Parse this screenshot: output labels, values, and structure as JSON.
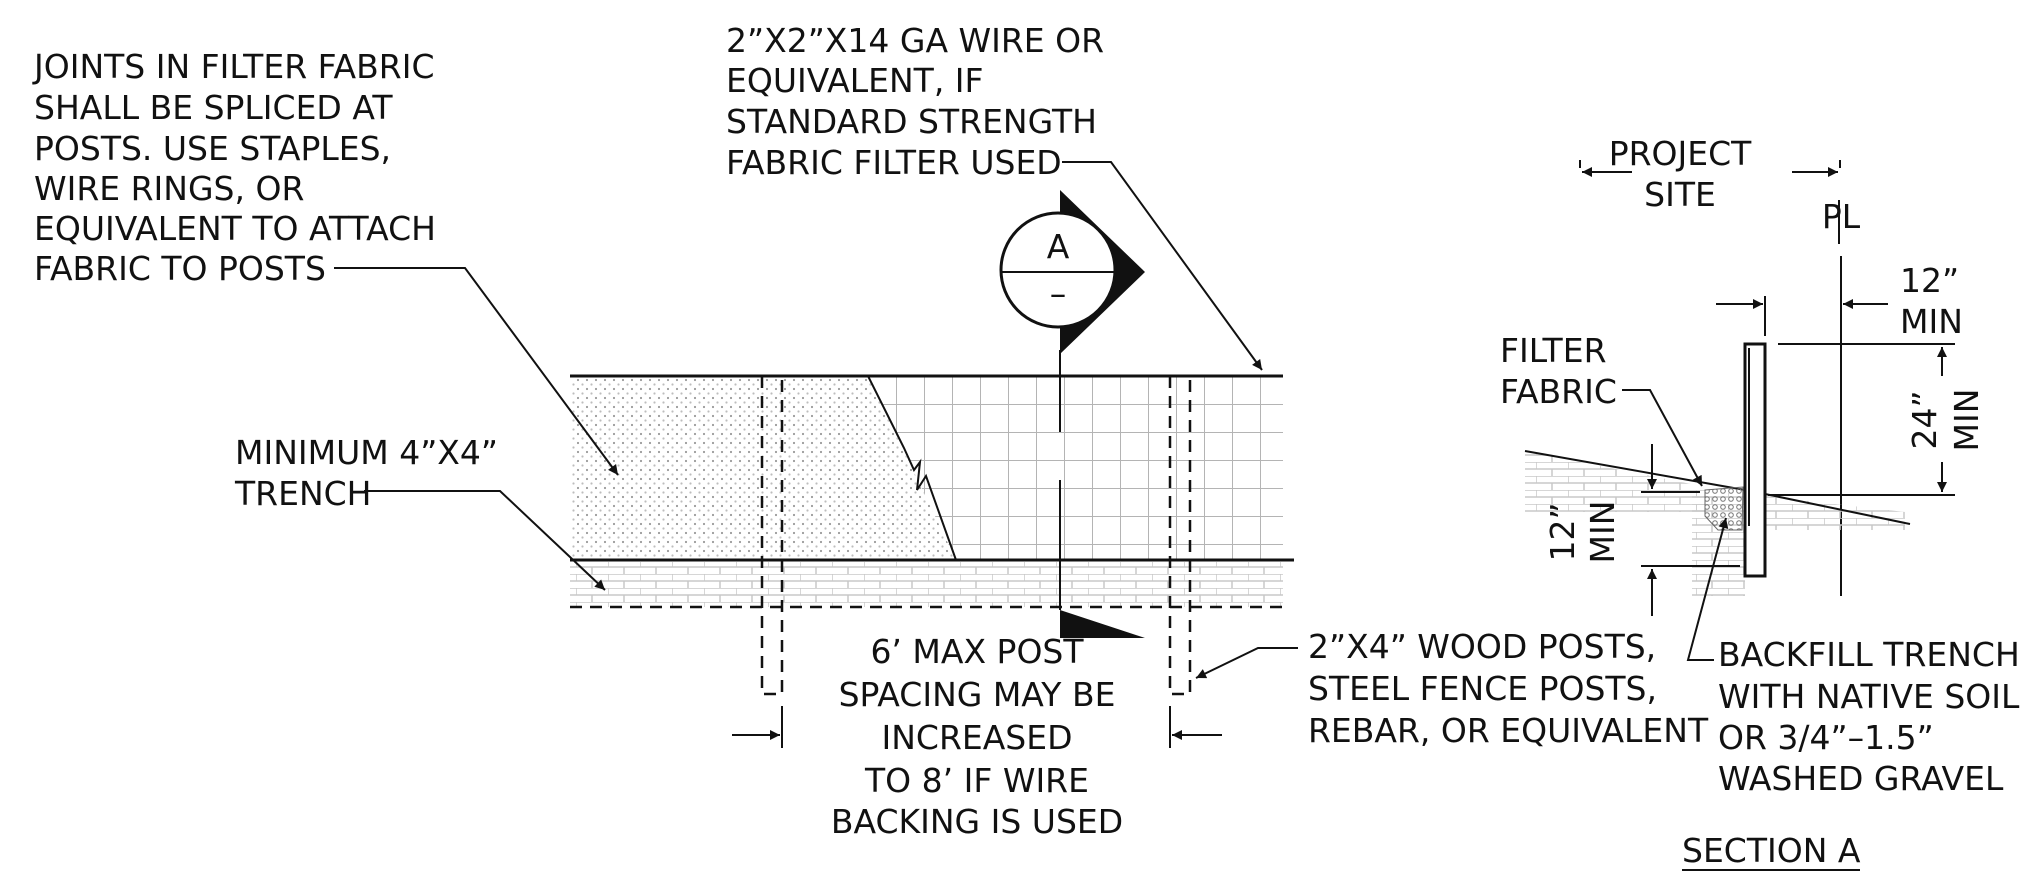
{
  "notes": {
    "joints": [
      "JOINTS IN FILTER FABRIC",
      "SHALL BE SPLICED AT",
      "POSTS. USE STAPLES,",
      "WIRE RINGS, OR",
      "EQUIVALENT TO ATTACH",
      "FABRIC TO POSTS"
    ],
    "wire": [
      "2”X2”X14 GA WIRE OR",
      "EQUIVALENT, IF",
      "STANDARD STRENGTH",
      "FABRIC FILTER USED"
    ],
    "trench": [
      "MINIMUM 4”X4”",
      "TRENCH"
    ],
    "spacing": [
      "6’ MAX POST",
      "SPACING MAY BE",
      "INCREASED",
      "TO 8’ IF WIRE",
      "BACKING IS USED"
    ],
    "posts": [
      "2”X4” WOOD POSTS,",
      "STEEL FENCE POSTS,",
      "REBAR, OR EQUIVALENT"
    ],
    "project_site": [
      "PROJECT",
      "SITE"
    ],
    "property_line": "PL",
    "filter_fabric": [
      "FILTER",
      "FABRIC"
    ],
    "dim_top": [
      "12”",
      "MIN"
    ],
    "dim_height": [
      "24”",
      "MIN"
    ],
    "dim_depth": [
      "12”",
      "MIN"
    ],
    "backfill": [
      "BACKFILL TRENCH",
      "WITH NATIVE SOIL",
      "OR 3/4”–1.5”",
      "WASHED GRAVEL"
    ],
    "section_title": "SECTION A"
  },
  "section_marker": {
    "letter": "A",
    "sheet": "–"
  }
}
